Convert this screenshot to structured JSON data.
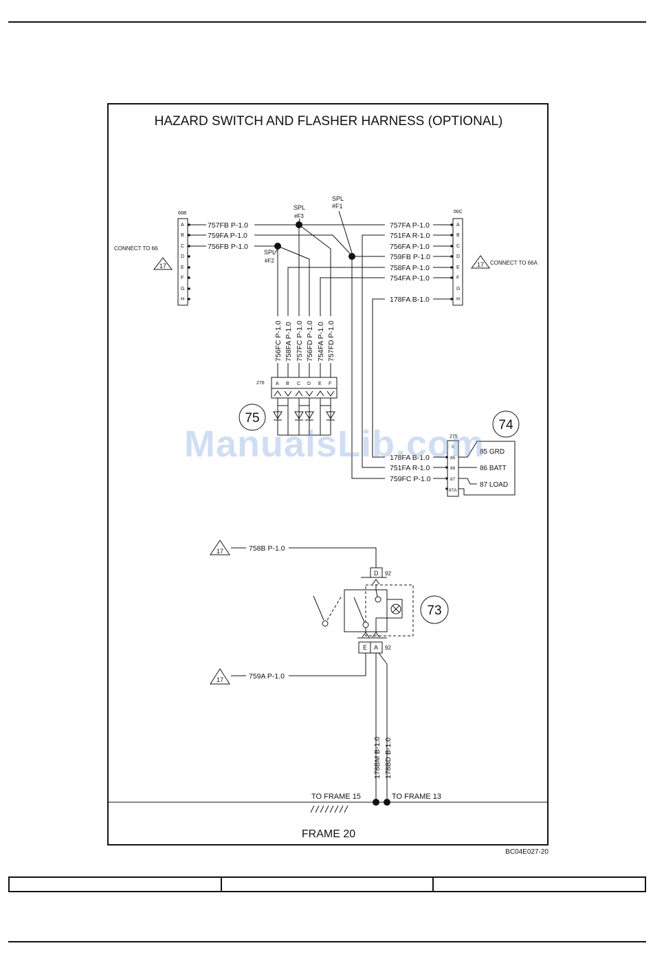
{
  "title": "HAZARD SWITCH AND FLASHER HARNESS (OPTIONAL)",
  "frame_label": "FRAME 20",
  "figure_code": "BC04E027-20",
  "watermark": "ManualsLib.com",
  "connectors": {
    "c66b": {
      "id": "66B",
      "pins": [
        "A",
        "B",
        "C",
        "D",
        "E",
        "F",
        "G",
        "H"
      ],
      "note": "CONNECT TO 66",
      "ref": "17"
    },
    "c66c": {
      "id": "66C",
      "pins": [
        "A",
        "B",
        "C",
        "D",
        "E",
        "F",
        "G",
        "H"
      ],
      "note": "CONNECT TO 66A",
      "ref": "17"
    },
    "c276": {
      "id": "276",
      "pins": [
        "A",
        "B",
        "C",
        "D",
        "E",
        "F"
      ]
    },
    "c275": {
      "id": "275",
      "pins": [
        "0",
        "85",
        "86",
        "87",
        "87A"
      ]
    },
    "c92_top": {
      "id": "92",
      "pin": "D"
    },
    "c92_bot": {
      "id": "92",
      "pins": [
        "E",
        "A"
      ]
    }
  },
  "splices": {
    "f1": {
      "label": "SPL",
      "id": "#F1"
    },
    "f2": {
      "label": "SPL",
      "id": "#F2"
    },
    "f3": {
      "label": "SPL",
      "id": "#F3"
    }
  },
  "wires_left": [
    "757FB P-1.0",
    "759FA P-1.0",
    "756FB P-1.0"
  ],
  "wires_right": [
    "757FA P-1.0",
    "751FA R-1.0",
    "756FA P-1.0",
    "759FB P-1.0",
    "758FA P-1.0",
    "754FA P-1.0",
    "178FA B-1.0"
  ],
  "wires_vertical": [
    "756FC P-1.0",
    "758FA P-1.0",
    "757FC P-1.0",
    "756FD P-1.0",
    "754FA P-1.0",
    "757FD P-1.0"
  ],
  "wires_flasher": [
    "178FA B-1.0",
    "751FA R-1.0",
    "759FC P-1.0"
  ],
  "relay_labels": [
    "85 GRD",
    "86 BATT",
    "87 LOAD"
  ],
  "components": {
    "diode_module": "75",
    "flasher": "74",
    "switch": "73"
  },
  "switch_wires": {
    "top": "758B P-1.0",
    "bottom": "759A P-1.0",
    "ref": "17"
  },
  "ground_wires": [
    "178BM B-1.0",
    "178BD B-1.0"
  ],
  "destinations": [
    "TO FRAME 15",
    "TO FRAME 13"
  ]
}
